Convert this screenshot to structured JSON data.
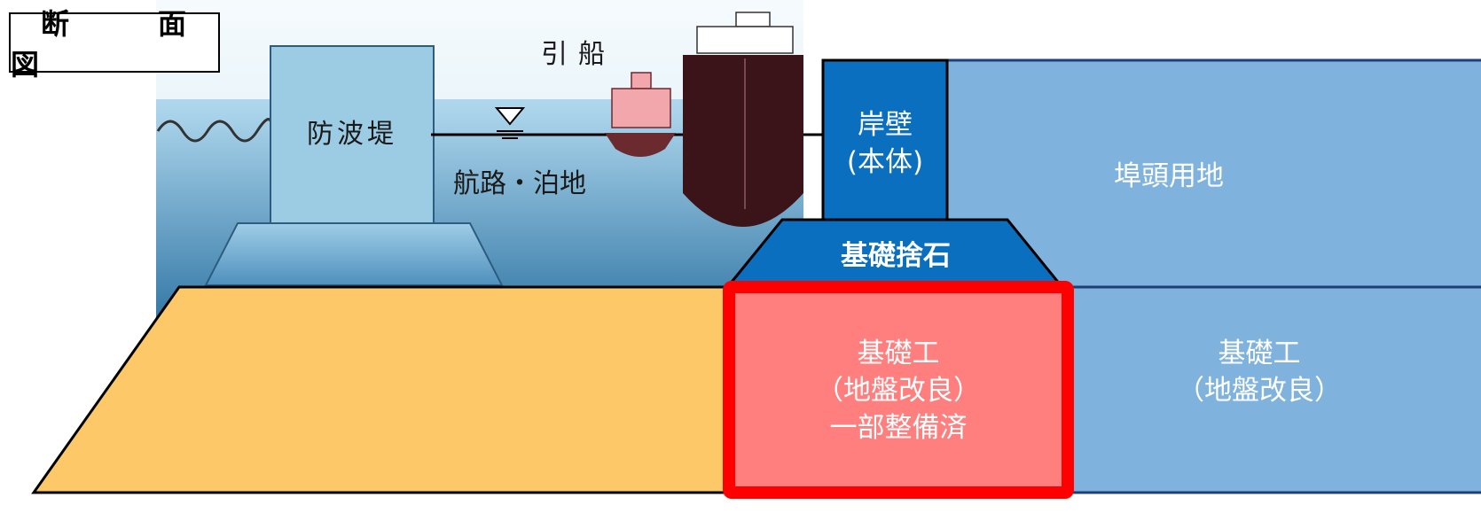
{
  "title": "断　面　図",
  "labels": {
    "breakwater": "防波堤",
    "tug": "引船",
    "channel": "航路・泊地",
    "quaywall_line1": "岸壁",
    "quaywall_line2": "(本体)",
    "wharf_land": "埠頭用地",
    "rubble": "基礎捨石",
    "foundation_highlight_line1": "基礎工",
    "foundation_highlight_line2": "（地盤改良）",
    "foundation_highlight_line3": "一部整備済",
    "foundation_right_line1": "基礎工",
    "foundation_right_line2": "（地盤改良）"
  },
  "colors": {
    "sea_light": "#c9e6f3",
    "sea_dark": "#3d7ea8",
    "structure_blue": "#0b6fbf",
    "wharf_blue": "#7fb2dd",
    "fill_orange": "#fdc868",
    "highlight_red": "#ff0000",
    "highlight_fill": "#ff7f7f",
    "ship_dark": "#3a1418",
    "tug_pink": "#f2a7ad"
  }
}
